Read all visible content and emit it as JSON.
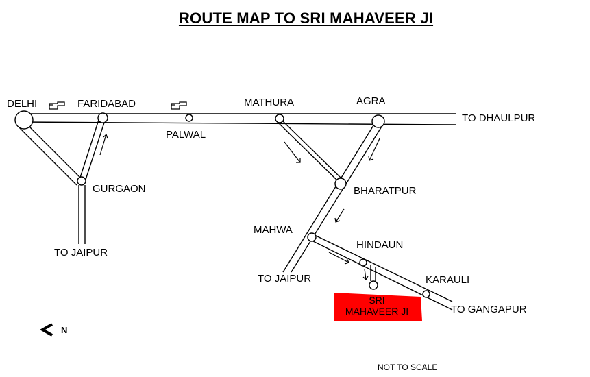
{
  "title": "ROUTE MAP TO SRI MAHAVEER JI",
  "places": {
    "delhi": "DELHI",
    "faridabad": "FARIDABAD",
    "palwal": "PALWAL",
    "mathura": "MATHURA",
    "agra": "AGRA",
    "gurgaon": "GURGAON",
    "bharatpur": "BHARATPUR",
    "mahwa": "MAHWA",
    "hindaun": "HINDAUN",
    "karauli": "KARAULI",
    "destination_line1": "SRI",
    "destination_line2": "MAHAVEER JI"
  },
  "roads": {
    "to_dhaulpur": "TO DHAULPUR",
    "to_jaipur_west": "TO JAIPUR",
    "to_jaipur_south": "TO JAIPUR",
    "to_gangapur": "TO GANGAPUR"
  },
  "north_label": "N",
  "scale_note": "NOT TO SCALE",
  "colors": {
    "destination": "#ff0000",
    "roads": "#000000"
  },
  "icons": [
    "pointing-hand-icon",
    "direction-arrow-icon",
    "north-arrow-icon"
  ]
}
